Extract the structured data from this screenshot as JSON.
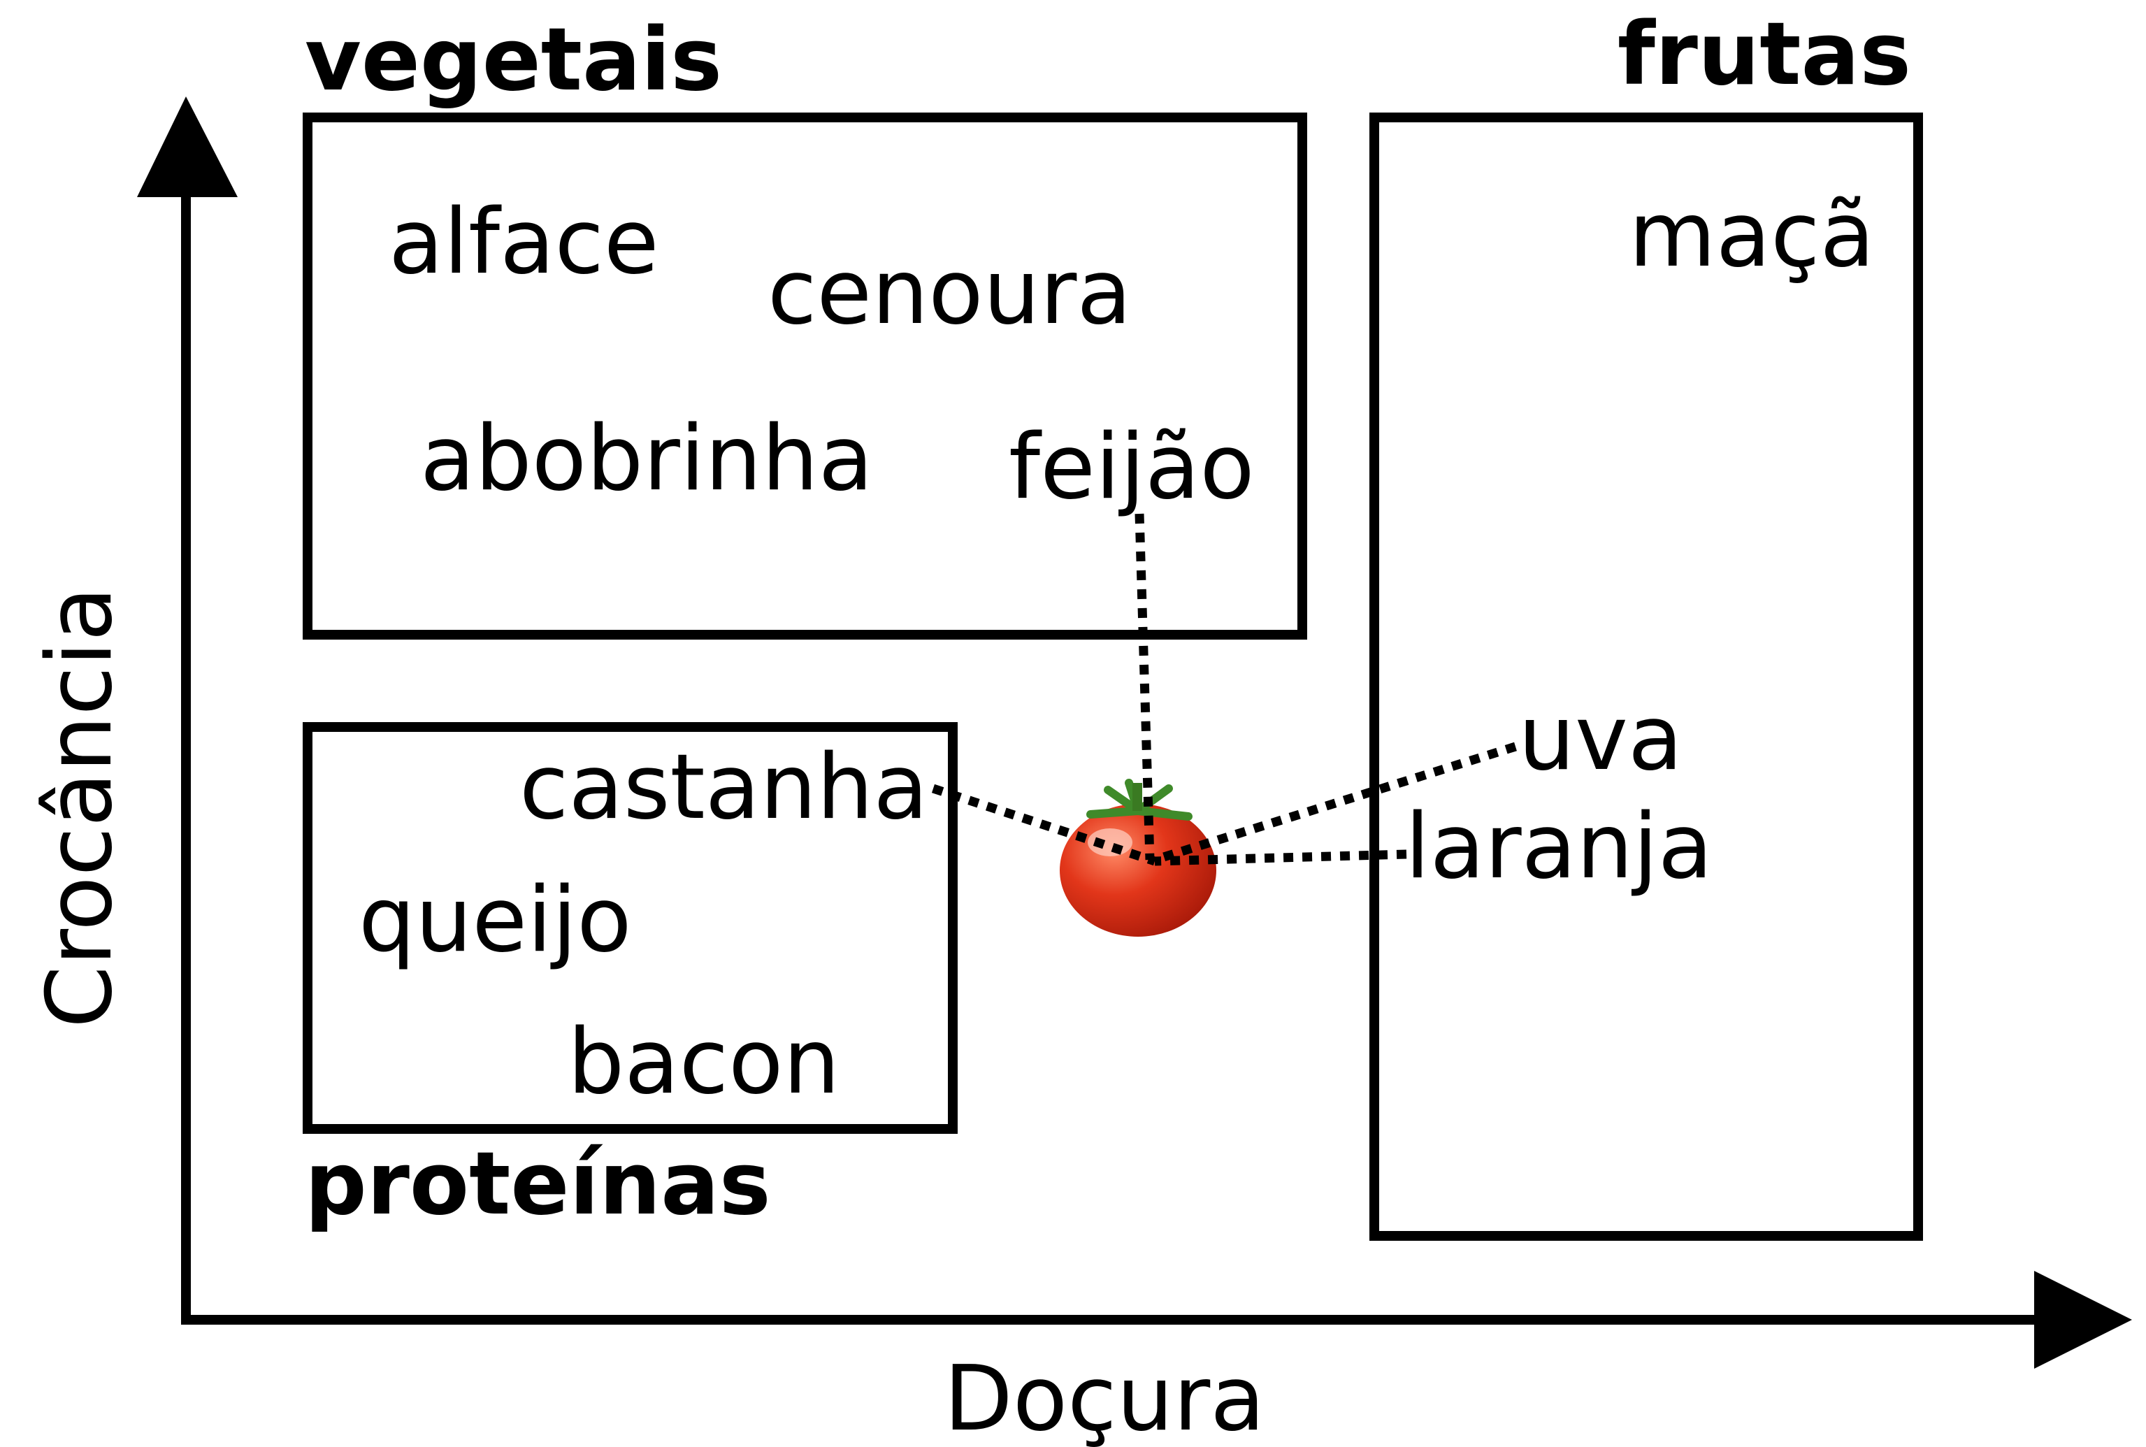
{
  "axes": {
    "x_label": "Doçura",
    "y_label": "Crocância"
  },
  "groups": {
    "vegetables": {
      "label": "vegetais",
      "items": [
        "alface",
        "cenoura",
        "abobrinha",
        "feijão"
      ]
    },
    "fruits": {
      "label": "frutas",
      "items": [
        "maçã",
        "uva",
        "laranja"
      ]
    },
    "proteins": {
      "label": "proteínas",
      "items": [
        "castanha",
        "queijo",
        "bacon"
      ]
    }
  },
  "query_item": {
    "icon": "tomato-icon",
    "colors": {
      "body": "#d42a12",
      "highlight": "#ff8a66",
      "stem": "#3f8a2a"
    }
  }
}
